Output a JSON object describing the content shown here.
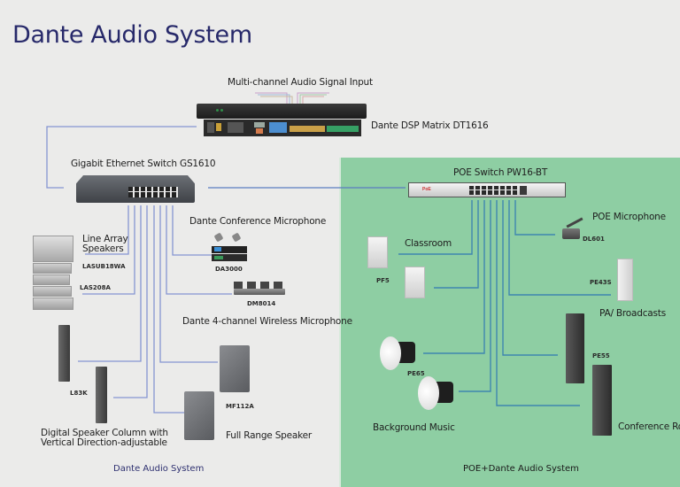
{
  "title": "Dante Audio System",
  "labels": {
    "audio_input": "Multi-channel Audio Signal Input",
    "dsp_matrix": "Dante DSP Matrix DT1616",
    "gigabit_switch": "Gigabit Ethernet Switch GS1610",
    "poe_switch": "POE Switch PW16-BT",
    "conference_mic": "Dante Conference Microphone",
    "line_array": "Line Array Speakers",
    "wireless_mic": "Dante 4-channel Wireless Microphone",
    "digital_column": "Digital Speaker Column with Vertical Direction-adjustable",
    "digital_column_line1": "Digital Speaker Column with",
    "digital_column_line2": "Vertical Direction-adjustable",
    "full_range": "Full Range Speaker",
    "classroom": "Classroom",
    "poe_microphone": "POE Microphone",
    "pa_broadcasts": "PA/ Broadcasts",
    "background_music": "Background Music",
    "conference_room": "Conference Roo"
  },
  "models": {
    "lasub": "LASUB18WA",
    "las208": "LAS208A",
    "da3000": "DA3000",
    "dm8014": "DM8014",
    "l83k": "L83K",
    "mf112a": "MF112A",
    "pf5": "PF5",
    "dl601": "DL601",
    "pe43s": "PE43S",
    "pe65": "PE65",
    "pe55": "PE55",
    "poe_brand": "PoE"
  },
  "footers": {
    "left": "Dante Audio System",
    "right": "POE+Dante Audio System"
  },
  "colors": {
    "title": "#27296a",
    "background": "#ebebea",
    "poe_panel": "#8ecea3",
    "dante_wire": "#7f8fd0",
    "poe_wire": "#3f86b0"
  }
}
